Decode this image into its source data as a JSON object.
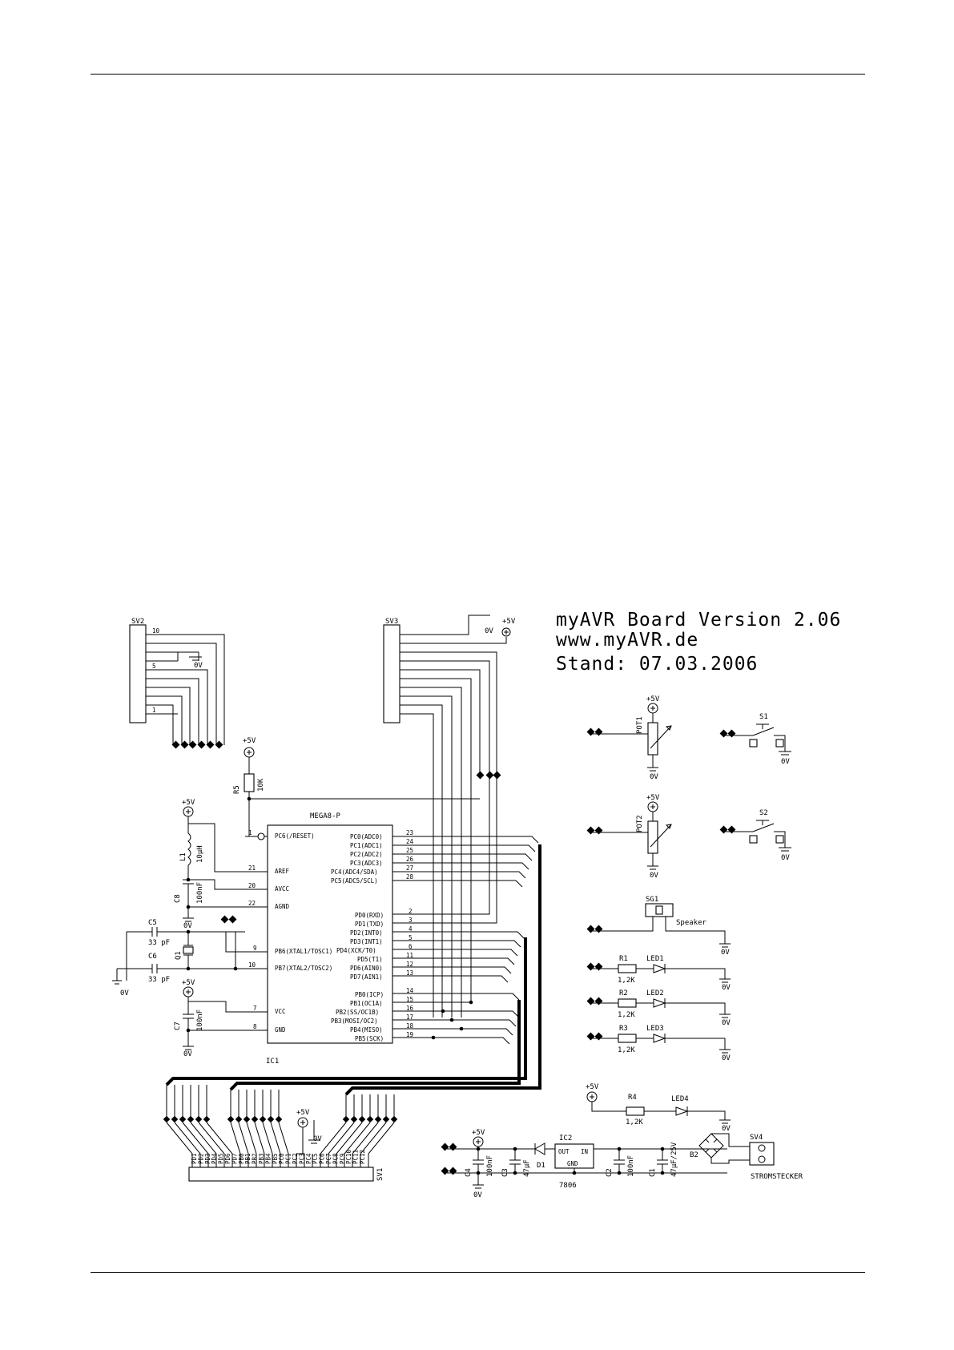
{
  "title_block": {
    "line1": "myAVR Board Version 2.06",
    "line2": "www.myAVR.de",
    "line3": "Stand: 07.03.2006"
  },
  "connectors": {
    "sv1": "SV1",
    "sv2": "SV2",
    "sv3": "SV3",
    "sv4": "SV4",
    "sv4_caption": "STROMSTECKER"
  },
  "mcu": {
    "name": "MEGA8-P",
    "designator": "IC1",
    "left_pins": [
      {
        "num": "1",
        "name": "PC6(/RESET)"
      },
      {
        "num": "21",
        "name": "AREF"
      },
      {
        "num": "20",
        "name": "AVCC"
      },
      {
        "num": "22",
        "name": "AGND"
      },
      {
        "num": "9",
        "name": "PB6(XTAL1/TOSC1)"
      },
      {
        "num": "10",
        "name": "PB7(XTAL2/TOSC2)"
      },
      {
        "num": "7",
        "name": "VCC"
      },
      {
        "num": "8",
        "name": "GND"
      }
    ],
    "right_pins": [
      {
        "num": "23",
        "name": "PC0(ADC0)"
      },
      {
        "num": "24",
        "name": "PC1(ADC1)"
      },
      {
        "num": "25",
        "name": "PC2(ADC2)"
      },
      {
        "num": "26",
        "name": "PC3(ADC3)"
      },
      {
        "num": "27",
        "name": "PC4(ADC4/SDA)"
      },
      {
        "num": "28",
        "name": "PC5(ADC5/SCL)"
      },
      {
        "num": "2",
        "name": "PD0(RXD)"
      },
      {
        "num": "3",
        "name": "PD1(TXD)"
      },
      {
        "num": "4",
        "name": "PD2(INT0)"
      },
      {
        "num": "5",
        "name": "PD3(INT1)"
      },
      {
        "num": "6",
        "name": "PD4(XCK/T0)"
      },
      {
        "num": "11",
        "name": "PD5(T1)"
      },
      {
        "num": "12",
        "name": "PD6(AIN0)"
      },
      {
        "num": "13",
        "name": "PD7(AIN1)"
      },
      {
        "num": "14",
        "name": "PB0(ICP)"
      },
      {
        "num": "15",
        "name": "PB1(OC1A)"
      },
      {
        "num": "16",
        "name": "PB2(SS/OC1B)"
      },
      {
        "num": "17",
        "name": "PB3(MOSI/OC2)"
      },
      {
        "num": "18",
        "name": "PB4(MISO)"
      },
      {
        "num": "19",
        "name": "PB5(SCK)"
      }
    ]
  },
  "components": {
    "r5": "R5",
    "r5_val": "10K",
    "l1": "L1",
    "l1_val": "10µH",
    "c8": "C8",
    "c8_val": "100nF",
    "c5": "C5",
    "c5_val": "33 pF",
    "c6": "C6",
    "c6_val": "33 pF",
    "q1": "Q1",
    "c7": "C7",
    "c7_val": "100nF",
    "pot1": "POT1",
    "pot2": "POT2",
    "s1": "S1",
    "s2": "S2",
    "sg1": "SG1",
    "sg1_val": "Speaker",
    "r1": "R1",
    "r2": "R2",
    "r3": "R3",
    "r4": "R4",
    "r_val": "1,2K",
    "led1": "LED1",
    "led2": "LED2",
    "led3": "LED3",
    "led4": "LED4",
    "ic2": "IC2",
    "ic2_val": "7806",
    "ic2_out": "OUT",
    "ic2_in": "IN",
    "ic2_gnd": "GND",
    "c4": "C4",
    "c4_val": "100nF",
    "c3": "C3",
    "c3_val": "47µF",
    "d1": "D1",
    "c2": "C2",
    "c2_val": "100nF",
    "c1": "C1",
    "c1_val": "47µF/25V",
    "b2": "B2"
  },
  "nets": {
    "vcc": "+5V",
    "gnd": "0V"
  },
  "sv1_pins": [
    "PD1",
    "PD2",
    "PD3",
    "PD4",
    "PD5",
    "PD6",
    "PD7",
    "PB0",
    "PB1",
    "PB2",
    "PB3",
    "PB4",
    "PB5",
    "PC0",
    "PC1",
    "PC2",
    "PC3",
    "PC4",
    "PC5",
    "PC6",
    "PC7",
    "PC8",
    "PC9",
    "PC10",
    "PC11",
    "PC12"
  ]
}
